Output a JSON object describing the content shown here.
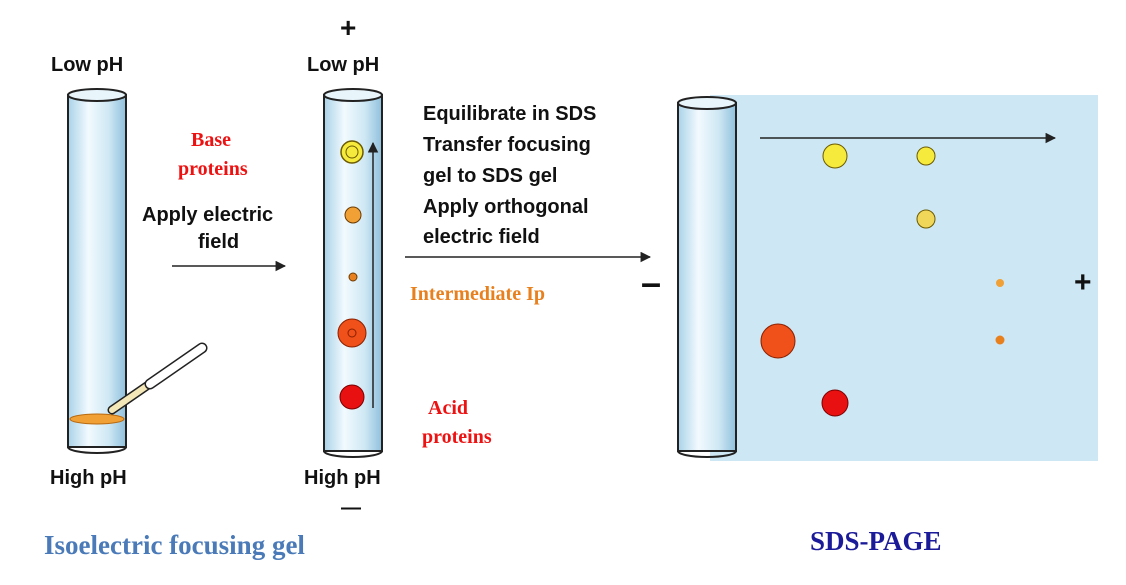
{
  "labels": {
    "tube1_top": "Low pH",
    "tube1_bottom": "High pH",
    "tube2_plus": "+",
    "tube2_top": "Low pH",
    "tube2_bottom": "High pH",
    "tube2_minus": "—",
    "base_proteins": [
      "Base",
      "proteins"
    ],
    "apply_field": [
      "Apply electric",
      "field"
    ],
    "intermediate": "Intermediate Ip",
    "acid_proteins": [
      "Acid",
      "proteins"
    ],
    "steps": [
      "Equilibrate in SDS",
      "Transfer focusing",
      "gel to SDS gel",
      "Apply orthogonal",
      "electric field"
    ],
    "sds_minus": "–",
    "sds_plus": "+"
  },
  "titles": {
    "left": "Isoelectric  focusing gel",
    "right": "SDS-PAGE"
  },
  "colors": {
    "tube_blue": "#c4e3f2",
    "gel_blue": "#cde8f4",
    "yellow": "#f6ea3c",
    "light_orange": "#f0a035",
    "orange": "#e8801e",
    "red_orange": "#f0501a",
    "red": "#e81010"
  }
}
